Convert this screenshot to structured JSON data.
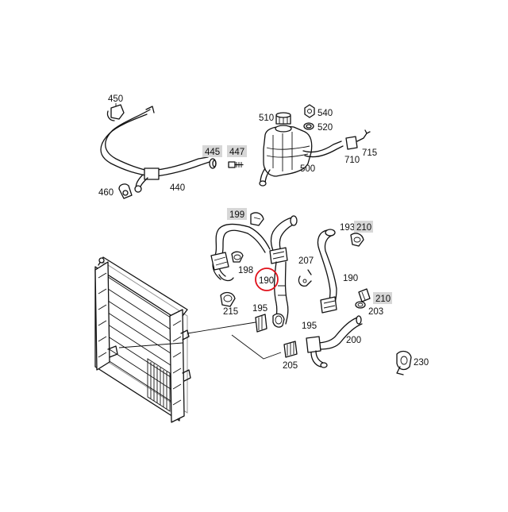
{
  "diagram": {
    "highlight_color": "#d7d7d7",
    "circle_color": "#e0101a",
    "parts": {
      "p450": "450",
      "p460": "460",
      "p440": "440",
      "p445": "445",
      "p447": "447",
      "p510": "510",
      "p540": "540",
      "p520": "520",
      "p715": "715",
      "p710": "710",
      "p500": "500",
      "p199": "199",
      "p193": "193",
      "p210a": "210",
      "p207": "207",
      "p198": "198",
      "p190_circled": "190",
      "p190": "190",
      "p215": "215",
      "p195a": "195",
      "p195b": "195",
      "p210b": "210",
      "p203": "203",
      "p200": "200",
      "p205": "205",
      "p230": "230"
    }
  }
}
